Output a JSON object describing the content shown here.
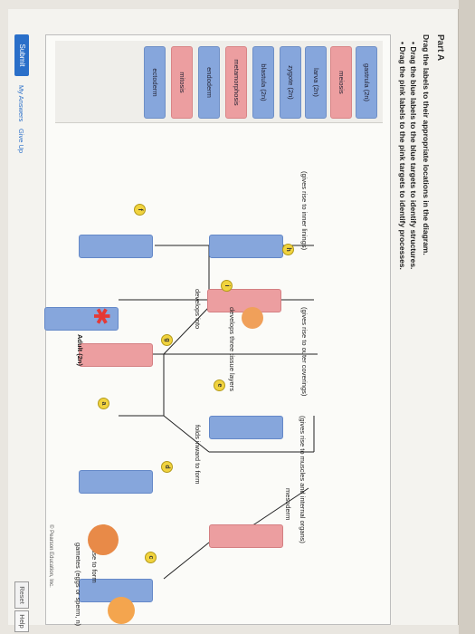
{
  "part": {
    "title": "Part A"
  },
  "instructions": {
    "main": "Drag the labels to their appropriate locations in the diagram.",
    "bullets": [
      "Drag the blue labels to the blue targets to identify structures.",
      "Drag the pink labels to the pink targets to identify processes."
    ]
  },
  "labels": [
    {
      "text": "gastrula (2n)",
      "color": "blue"
    },
    {
      "text": "meiosis",
      "color": "pink"
    },
    {
      "text": "larva (2n)",
      "color": "blue"
    },
    {
      "text": "zygote (2n)",
      "color": "blue"
    },
    {
      "text": "blastula (2n)",
      "color": "blue"
    },
    {
      "text": "metamorphosis",
      "color": "pink"
    },
    {
      "text": "endoderm",
      "color": "blue"
    },
    {
      "text": "mitosis",
      "color": "pink"
    },
    {
      "text": "ectoderm",
      "color": "blue"
    }
  ],
  "diagram": {
    "adult": "Adult (2n)",
    "gametes": "gametes (eggs or sperm, n)",
    "fuse": "fuse to form",
    "develops_into": "develops into",
    "folds_inward": "folds inward to form",
    "develops_layers": "develops three tissue layers",
    "mesoderm": "mesoderm",
    "inner_linings": "(gives rise to inner linings)",
    "outer_coverings": "(gives rise to outer coverings)",
    "muscles_organs": "(gives rise to muscles and internal organs)",
    "badges": [
      "a",
      "b",
      "c",
      "d",
      "e",
      "f",
      "g",
      "h",
      "i"
    ]
  },
  "copyright": "© Pearson Education, Inc.",
  "footer": {
    "submit": "Submit",
    "my_answers": "My Answers",
    "give_up": "Give Up",
    "reset": "Reset",
    "help": "Help"
  },
  "colors": {
    "blue_label": "#86a6dc",
    "pink_label": "#ec9ea0",
    "badge": "#f1d33e",
    "submit": "#2a6fc9",
    "star": "#e53935"
  }
}
